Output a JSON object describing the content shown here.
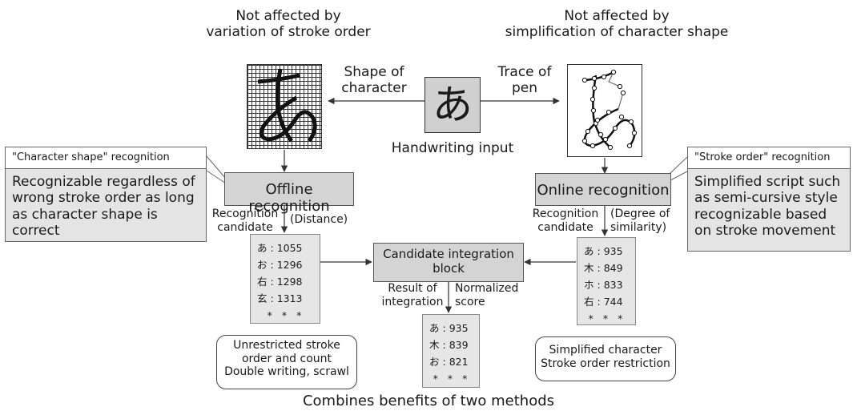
{
  "top_left_note": "Not affected by\nvariation of stroke order",
  "top_right_note": "Not affected by\nsimplification of character shape",
  "input": {
    "glyph": "あ",
    "label": "Handwriting input",
    "shape_label": "Shape of\ncharacter",
    "trace_label": "Trace of\npen"
  },
  "offline": {
    "tag": "\"Character shape\" recognition",
    "description": "Recognizable regardless of wrong stroke order as long as character shape is correct",
    "box_label": "Offline recognition",
    "candidate_label": "Recognition\ncandidate",
    "metric_label": "(Distance)",
    "candidates": [
      {
        "char": "あ",
        "score": "1055"
      },
      {
        "char": "お",
        "score": "1296"
      },
      {
        "char": "右",
        "score": "1298"
      },
      {
        "char": "玄",
        "score": "1313"
      }
    ],
    "ellipsis": "* * *",
    "feature": "Unrestricted stroke\norder and count\nDouble writing, scrawl"
  },
  "online": {
    "tag": "\"Stroke order\" recognition",
    "description": "Simplified script such as semi-cursive style recognizable based on stroke movement",
    "box_label": "Online recognition",
    "candidate_label": "Recognition\ncandidate",
    "metric_label": "(Degree of\nsimilarity)",
    "candidates": [
      {
        "char": "あ",
        "score": "935"
      },
      {
        "char": "木",
        "score": "849"
      },
      {
        "char": "ホ",
        "score": "833"
      },
      {
        "char": "右",
        "score": "744"
      }
    ],
    "ellipsis": "* * *",
    "feature": "Simplified character\nStroke order restriction"
  },
  "integration": {
    "box_label": "Candidate integration\nblock",
    "result_label": "Result of\nintegration",
    "score_label": "Normalized\nscore",
    "candidates": [
      {
        "char": "あ",
        "score": "935"
      },
      {
        "char": "木",
        "score": "839"
      },
      {
        "char": "お",
        "score": "821"
      }
    ],
    "ellipsis": "* * *"
  },
  "footer": "Combines benefits of two methods",
  "colors": {
    "box_fill": "#d4d4d4",
    "callout_fill": "#e4e4e4",
    "candidate_fill": "#e6e6e6",
    "line": "#333333"
  }
}
